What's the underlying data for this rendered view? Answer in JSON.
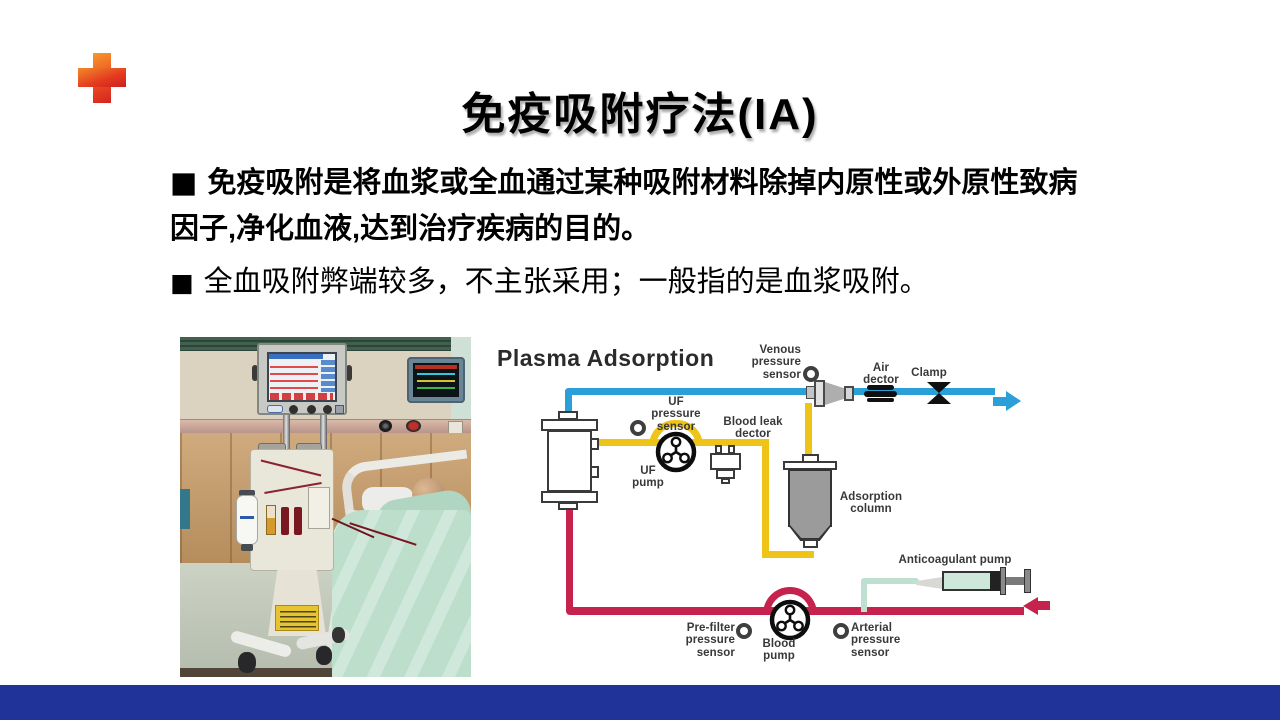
{
  "slide": {
    "title": "免疫吸附疗法(IA)",
    "bullets": [
      {
        "marker": "■",
        "text": "免疫吸附是将血浆或全血通过某种吸附材料除掉内原性或外原性致病因子,净化血液,达到治疗疾病的目的。"
      },
      {
        "marker": "■",
        "text": "全血吸附弊端较多，不主张采用；一般指的是血浆吸附。"
      }
    ]
  },
  "diagram": {
    "title": "Plasma Adsorption",
    "labels": {
      "venous_pressure_sensor": "Venous\npressure\nsensor",
      "air_detector": "Air\ndector",
      "clamp": "Clamp",
      "uf_pressure_sensor": "UF\npressure\nsensor",
      "uf_pump": "UF\npump",
      "blood_leak_detector": "Blood leak\ndector",
      "adsorption_column": "Adsorption\ncolumn",
      "anticoagulant_pump": "Anticoagulant pump",
      "pre_filter_pressure_sensor": "Pre-filter\npressure\nsensor",
      "blood_pump": "Blood\npump",
      "arterial_pressure_sensor": "Arterial\npressure\nsensor"
    },
    "colors": {
      "venous_line": "#2B9FD8",
      "plasma_line": "#EFC419",
      "blood_line": "#C5234E",
      "anticoagulant_line": "#BFDFD0",
      "column_fill": "#9B9B9B"
    }
  },
  "logo": {
    "name": "red-cross",
    "color_top": "#F0862A",
    "color_bottom": "#C92020"
  },
  "footer": {
    "color": "#203399"
  }
}
